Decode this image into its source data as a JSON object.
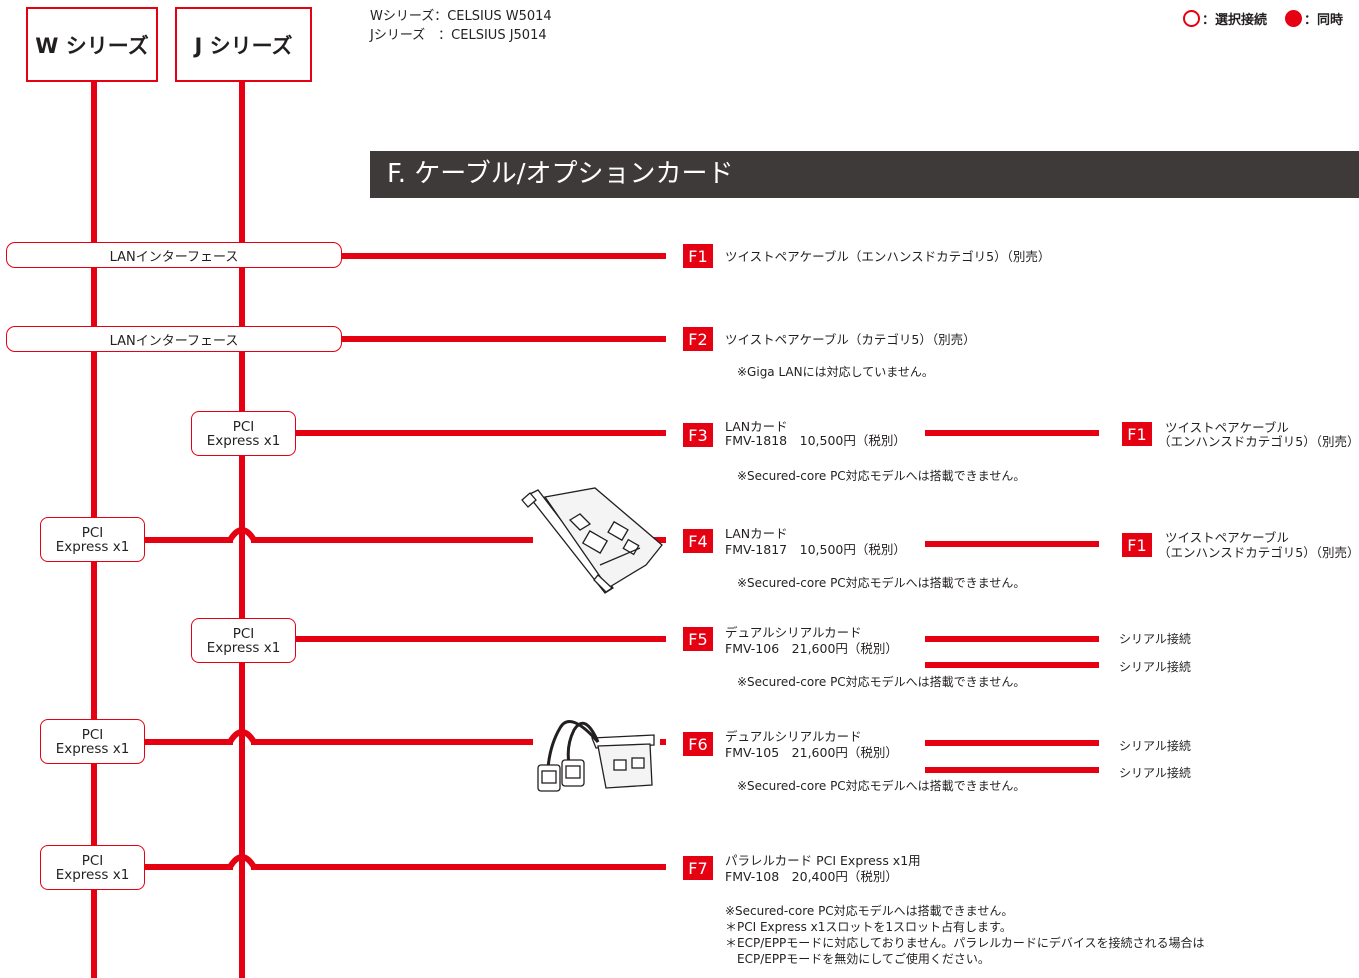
{
  "colors": {
    "accent": "#e50012",
    "section_bg": "#3e3a39",
    "text": "#231f20"
  },
  "header": {
    "w_series": "W シリーズ",
    "j_series": "J シリーズ",
    "model_w": "Wシリーズ：CELSIUS W5014",
    "model_j": "Jシリーズ　：CELSIUS J5014"
  },
  "legend": {
    "selective": "：選択接続",
    "simultaneous": "：同時"
  },
  "section": {
    "title": "F. ケーブル/オプションカード"
  },
  "ports": {
    "lan_1": "LANインターフェース",
    "lan_2": "LANインターフェース",
    "pci_line1": "PCI",
    "pci_line2": "Express x1"
  },
  "items": [
    {
      "badge": "F1",
      "name": "ツイストペアケーブル（エンハンスドカテゴリ5）（別売）"
    },
    {
      "badge": "F2",
      "name": "ツイストペアケーブル（カテゴリ5）（別売）",
      "note": "※Giga LANには対応していません。"
    },
    {
      "badge": "F3",
      "name1": "LANカード",
      "name2": "FMV-1818　10,500円（税別）",
      "note": "※Secured-core PC対応モデルへは搭載できません。",
      "target_badge": "F1",
      "target_name1": "ツイストペアケーブル",
      "target_name2": "（エンハンスドカテゴリ5）（別売）"
    },
    {
      "badge": "F4",
      "name1": "LANカード",
      "name2": "FMV-1817　10,500円（税別）",
      "note": "※Secured-core PC対応モデルへは搭載できません。",
      "target_badge": "F1",
      "target_name1": "ツイストペアケーブル",
      "target_name2": "（エンハンスドカテゴリ5）（別売）"
    },
    {
      "badge": "F5",
      "name1": "デュアルシリアルカード",
      "name2": "FMV-106　21,600円（税別）",
      "note": "※Secured-core PC対応モデルへは搭載できません。",
      "serial1": "シリアル接続",
      "serial2": "シリアル接続"
    },
    {
      "badge": "F6",
      "name1": "デュアルシリアルカード",
      "name2": "FMV-105　21,600円（税別）",
      "note": "※Secured-core PC対応モデルへは搭載できません。",
      "serial1": "シリアル接続",
      "serial2": "シリアル接続"
    },
    {
      "badge": "F7",
      "name1": "パラレルカード PCI Express x1用",
      "name2": "FMV-108　20,400円（税別）",
      "note1": "※Secured-core PC対応モデルへは搭載できません。",
      "note2": "＊PCI Express x1スロットを1スロット占有します。",
      "note3": "＊ECP/EPPモードに対応しておりません。パラレルカードにデバイスを接続される場合は",
      "note4": "　ECP/EPPモードを無効にしてご使用ください。"
    }
  ]
}
